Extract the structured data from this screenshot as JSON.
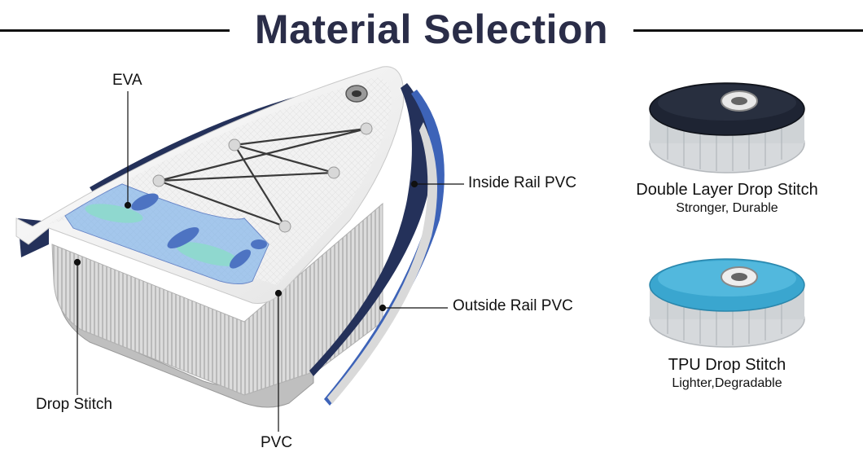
{
  "header": {
    "title": "Material Selection"
  },
  "labels": {
    "eva": "EVA",
    "inside_rail": "Inside Rail PVC",
    "outside_rail": "Outside Rail PVC",
    "drop_stitch": "Drop Stitch",
    "pvc": "PVC"
  },
  "samples": [
    {
      "title": "Double Layer Drop Stitch",
      "subtitle": "Stronger, Durable",
      "top_color": "#1e2433"
    },
    {
      "title": "TPU Drop Stitch",
      "subtitle": "Lighter,Degradable",
      "top_color": "#3aa6cf"
    }
  ],
  "colors": {
    "navy_rail": "#24315a",
    "blue_rail": "#3d63b8",
    "deck_pad": "#7ab0e8",
    "pad_teal": "#8fd8cf"
  }
}
